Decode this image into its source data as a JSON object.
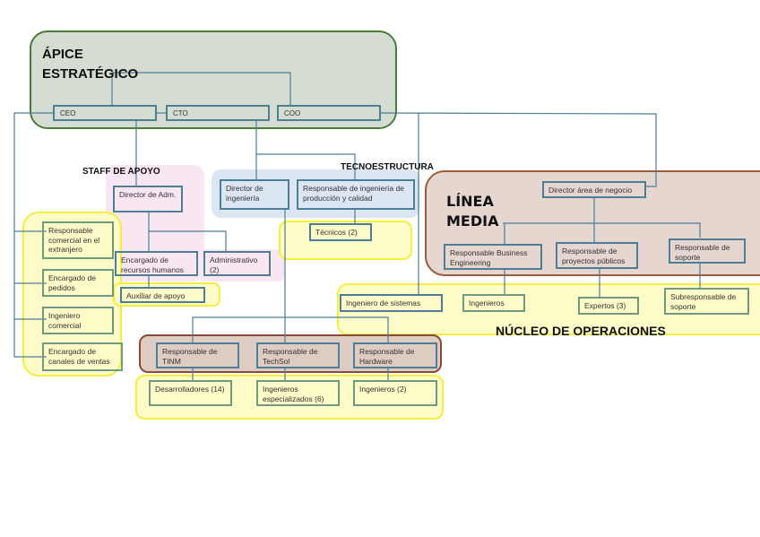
{
  "regions": {
    "apice": {
      "title_line1": "ÁPICE",
      "title_line2": "ESTRATÉGICO"
    },
    "staff": {
      "title": "STAFF DE APOYO"
    },
    "tecno": {
      "title": "TECNOESTRUCTURA"
    },
    "linea": {
      "title_line1": "LÍNEA",
      "title_line2": "MEDIA"
    },
    "nucleo": {
      "title": "NÚCLEO DE OPERACIONES"
    }
  },
  "apex": {
    "ceo": "CEO",
    "cto": "CTO",
    "coo": "COO"
  },
  "staff_boxes": {
    "director_adm": "Director de Adm.",
    "rrhh": "Encargado de recursos humanos",
    "administrativo": "Administrativo (2)",
    "auxiliar": "Auxiliar de apoyo"
  },
  "tecno_boxes": {
    "director_ing": "Director de ingeniería",
    "resp_prod": "Responsable de ingeniería de producción y calidad",
    "tecnicos": "Técnicos (2)"
  },
  "linea_boxes": {
    "director_negocio": "Director área de negocio",
    "business_eng": "Responsable Business Engineering",
    "proyectos": "Responsable de proyectos públicos",
    "soporte": "Responsable de soporte"
  },
  "ops_boxes": {
    "ing_sistemas": "Ingeniero de sistemas",
    "ingenieros": "Ingenieros",
    "expertos": "Expertos (3)",
    "subsoporte": "Subresponsable de soporte"
  },
  "left_boxes": {
    "comercial_ext": "Responsable comercial en el extranjero",
    "pedidos": "Encargado de pedidos",
    "ing_comercial": "Ingeniero comercial",
    "canales": "Encargado de canales de ventas"
  },
  "resp_boxes": {
    "tinm": "Responsable de TINM",
    "techsol": "Responsable de TechSol",
    "hardware": "Responsable de Hardware"
  },
  "bottom_boxes": {
    "desarrolladores": "Desarrolladores (14)",
    "ing_especializados": "Ingenieros especializados (6)",
    "ingenieros2": "Ingenieros (2)"
  },
  "colors": {
    "connector": "#4e7d96",
    "apice_fill": "#d5ddd2",
    "linea_fill": "#e5d7cf",
    "highlight_yellow": "#fdfbc8",
    "staff_pink": "#f9e6f3",
    "tecno_blue": "#dbe6f2"
  }
}
